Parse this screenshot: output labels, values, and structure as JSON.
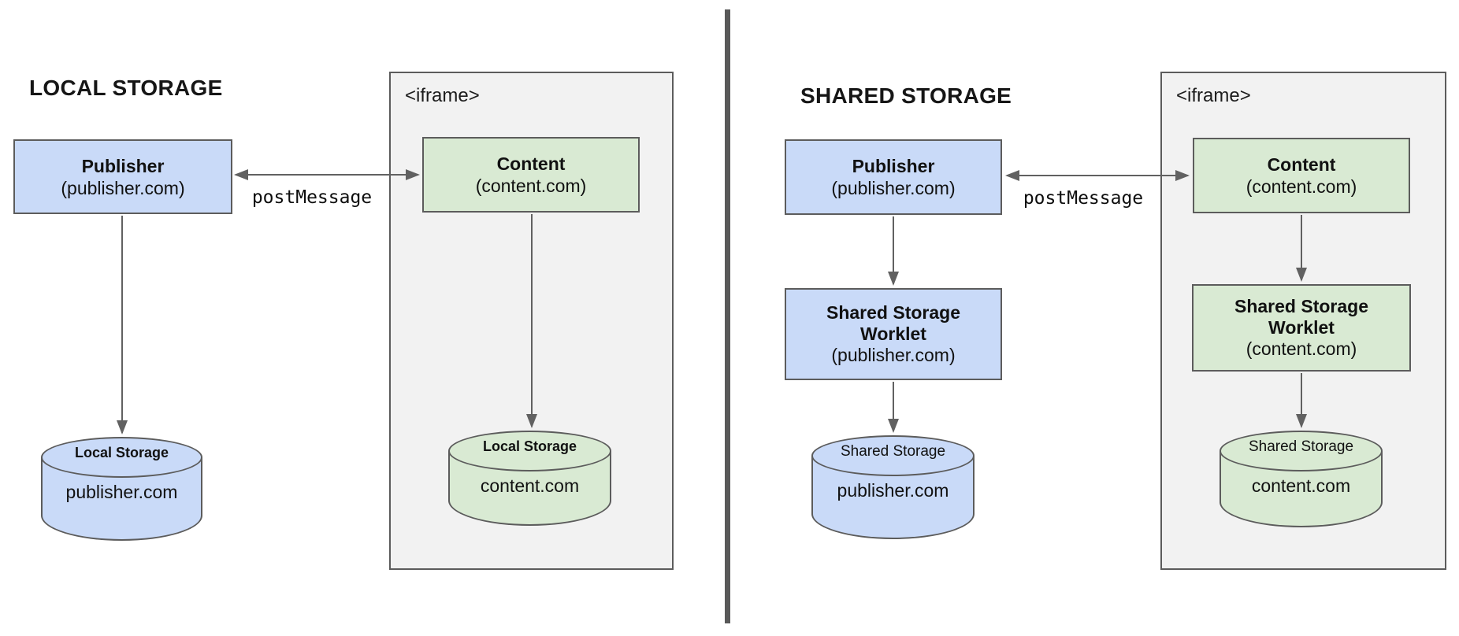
{
  "colors": {
    "box_blue": "#c9daf8",
    "box_green": "#d9ead3",
    "iframe_background": "#f2f2f2",
    "border_gray": "#5c5c5c",
    "arrow_gray": "#616161",
    "divider_gray": "#595959"
  },
  "panels": [
    {
      "title": "LOCAL STORAGE",
      "publisher": {
        "name": "Publisher",
        "domain": "(publisher.com)"
      },
      "post_message": "postMessage",
      "iframe": {
        "label": "<iframe>",
        "content": {
          "name": "Content",
          "domain": "(content.com)"
        },
        "storage": {
          "label": "Local Storage",
          "domain": "content.com"
        }
      },
      "storage": {
        "label": "Local Storage",
        "domain": "publisher.com"
      }
    },
    {
      "title": "SHARED STORAGE",
      "publisher": {
        "name": "Publisher",
        "domain": "(publisher.com)"
      },
      "post_message": "postMessage",
      "worklet": {
        "line1": "Shared Storage",
        "line2": "Worklet",
        "domain": "(publisher.com)"
      },
      "iframe": {
        "label": "<iframe>",
        "content": {
          "name": "Content",
          "domain": "(content.com)"
        },
        "worklet": {
          "line1": "Shared Storage",
          "line2": "Worklet",
          "domain": "(content.com)"
        },
        "storage": {
          "label": "Shared Storage",
          "domain": "content.com"
        }
      },
      "storage": {
        "label": "Shared Storage",
        "domain": "publisher.com"
      }
    }
  ]
}
